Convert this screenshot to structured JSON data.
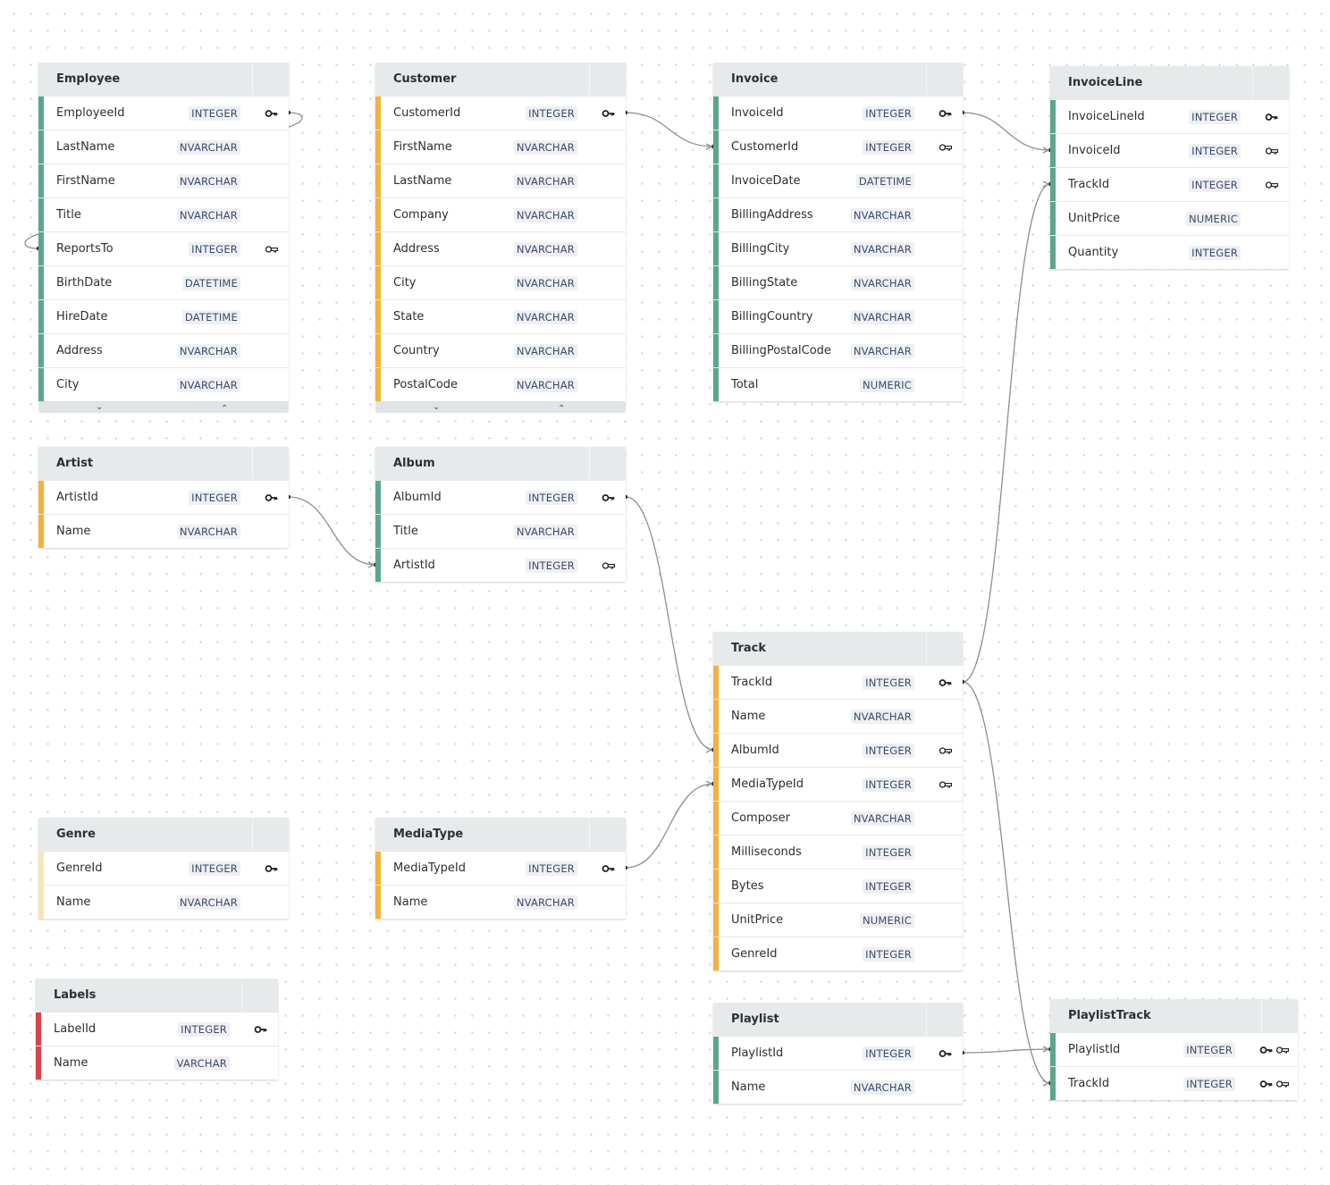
{
  "colors": {
    "green": "#5aa88a",
    "orange": "#f3b13d",
    "cream": "#f7e6b5",
    "red": "#d9434a",
    "edge": "#8a8f95"
  },
  "tables": {
    "employee": {
      "title": "Employee",
      "accent": "green",
      "rows": [
        {
          "name": "EmployeeId",
          "type": "INTEGER",
          "key": "pk"
        },
        {
          "name": "LastName",
          "type": "NVARCHAR",
          "key": ""
        },
        {
          "name": "FirstName",
          "type": "NVARCHAR",
          "key": ""
        },
        {
          "name": "Title",
          "type": "NVARCHAR",
          "key": ""
        },
        {
          "name": "ReportsTo",
          "type": "INTEGER",
          "key": "fk"
        },
        {
          "name": "BirthDate",
          "type": "DATETIME",
          "key": ""
        },
        {
          "name": "HireDate",
          "type": "DATETIME",
          "key": ""
        },
        {
          "name": "Address",
          "type": "NVARCHAR",
          "key": ""
        },
        {
          "name": "City",
          "type": "NVARCHAR",
          "key": ""
        }
      ],
      "truncated": true
    },
    "customer": {
      "title": "Customer",
      "accent": "orange",
      "rows": [
        {
          "name": "CustomerId",
          "type": "INTEGER",
          "key": "pk"
        },
        {
          "name": "FirstName",
          "type": "NVARCHAR",
          "key": ""
        },
        {
          "name": "LastName",
          "type": "NVARCHAR",
          "key": ""
        },
        {
          "name": "Company",
          "type": "NVARCHAR",
          "key": ""
        },
        {
          "name": "Address",
          "type": "NVARCHAR",
          "key": ""
        },
        {
          "name": "City",
          "type": "NVARCHAR",
          "key": ""
        },
        {
          "name": "State",
          "type": "NVARCHAR",
          "key": ""
        },
        {
          "name": "Country",
          "type": "NVARCHAR",
          "key": ""
        },
        {
          "name": "PostalCode",
          "type": "NVARCHAR",
          "key": ""
        }
      ],
      "truncated": true
    },
    "invoice": {
      "title": "Invoice",
      "accent": "green",
      "rows": [
        {
          "name": "InvoiceId",
          "type": "INTEGER",
          "key": "pk"
        },
        {
          "name": "CustomerId",
          "type": "INTEGER",
          "key": "fk"
        },
        {
          "name": "InvoiceDate",
          "type": "DATETIME",
          "key": ""
        },
        {
          "name": "BillingAddress",
          "type": "NVARCHAR",
          "key": ""
        },
        {
          "name": "BillingCity",
          "type": "NVARCHAR",
          "key": ""
        },
        {
          "name": "BillingState",
          "type": "NVARCHAR",
          "key": ""
        },
        {
          "name": "BillingCountry",
          "type": "NVARCHAR",
          "key": ""
        },
        {
          "name": "BillingPostalCode",
          "type": "NVARCHAR",
          "key": ""
        },
        {
          "name": "Total",
          "type": "NUMERIC",
          "key": ""
        }
      ]
    },
    "invoiceline": {
      "title": "InvoiceLine",
      "accent": "green",
      "rows": [
        {
          "name": "InvoiceLineId",
          "type": "INTEGER",
          "key": "pk"
        },
        {
          "name": "InvoiceId",
          "type": "INTEGER",
          "key": "fk"
        },
        {
          "name": "TrackId",
          "type": "INTEGER",
          "key": "fk"
        },
        {
          "name": "UnitPrice",
          "type": "NUMERIC",
          "key": ""
        },
        {
          "name": "Quantity",
          "type": "INTEGER",
          "key": ""
        }
      ]
    },
    "artist": {
      "title": "Artist",
      "accent": "orange",
      "rows": [
        {
          "name": "ArtistId",
          "type": "INTEGER",
          "key": "pk"
        },
        {
          "name": "Name",
          "type": "NVARCHAR",
          "key": ""
        }
      ]
    },
    "album": {
      "title": "Album",
      "accent": "green",
      "rows": [
        {
          "name": "AlbumId",
          "type": "INTEGER",
          "key": "pk"
        },
        {
          "name": "Title",
          "type": "NVARCHAR",
          "key": ""
        },
        {
          "name": "ArtistId",
          "type": "INTEGER",
          "key": "fk"
        }
      ]
    },
    "track": {
      "title": "Track",
      "accent": "orange",
      "rows": [
        {
          "name": "TrackId",
          "type": "INTEGER",
          "key": "pk"
        },
        {
          "name": "Name",
          "type": "NVARCHAR",
          "key": ""
        },
        {
          "name": "AlbumId",
          "type": "INTEGER",
          "key": "fk"
        },
        {
          "name": "MediaTypeId",
          "type": "INTEGER",
          "key": "fk"
        },
        {
          "name": "Composer",
          "type": "NVARCHAR",
          "key": ""
        },
        {
          "name": "Milliseconds",
          "type": "INTEGER",
          "key": ""
        },
        {
          "name": "Bytes",
          "type": "INTEGER",
          "key": ""
        },
        {
          "name": "UnitPrice",
          "type": "NUMERIC",
          "key": ""
        },
        {
          "name": "GenreId",
          "type": "INTEGER",
          "key": ""
        }
      ]
    },
    "genre": {
      "title": "Genre",
      "accent": "cream",
      "rows": [
        {
          "name": "GenreId",
          "type": "INTEGER",
          "key": "pk"
        },
        {
          "name": "Name",
          "type": "NVARCHAR",
          "key": ""
        }
      ]
    },
    "mediatype": {
      "title": "MediaType",
      "accent": "orange",
      "rows": [
        {
          "name": "MediaTypeId",
          "type": "INTEGER",
          "key": "pk"
        },
        {
          "name": "Name",
          "type": "NVARCHAR",
          "key": ""
        }
      ]
    },
    "labels": {
      "title": "Labels",
      "accent": "red",
      "rows": [
        {
          "name": "LabelId",
          "type": "INTEGER",
          "key": "pk"
        },
        {
          "name": "Name",
          "type": "VARCHAR",
          "key": ""
        }
      ]
    },
    "playlist": {
      "title": "Playlist",
      "accent": "green",
      "rows": [
        {
          "name": "PlaylistId",
          "type": "INTEGER",
          "key": "pk"
        },
        {
          "name": "Name",
          "type": "NVARCHAR",
          "key": ""
        }
      ]
    },
    "playlisttrack": {
      "title": "PlaylistTrack",
      "accent": "green",
      "rows": [
        {
          "name": "PlaylistId",
          "type": "INTEGER",
          "key": "pkfk"
        },
        {
          "name": "TrackId",
          "type": "INTEGER",
          "key": "pkfk"
        }
      ]
    }
  },
  "relationships": [
    {
      "from": "employee.EmployeeId",
      "to": "employee.ReportsTo"
    },
    {
      "from": "customer.CustomerId",
      "to": "invoice.CustomerId"
    },
    {
      "from": "invoice.InvoiceId",
      "to": "invoiceline.InvoiceId"
    },
    {
      "from": "track.TrackId",
      "to": "invoiceline.TrackId"
    },
    {
      "from": "artist.ArtistId",
      "to": "album.ArtistId"
    },
    {
      "from": "album.AlbumId",
      "to": "track.AlbumId"
    },
    {
      "from": "mediatype.MediaTypeId",
      "to": "track.MediaTypeId"
    },
    {
      "from": "playlist.PlaylistId",
      "to": "playlisttrack.PlaylistId"
    },
    {
      "from": "track.TrackId",
      "to": "playlisttrack.TrackId"
    }
  ]
}
